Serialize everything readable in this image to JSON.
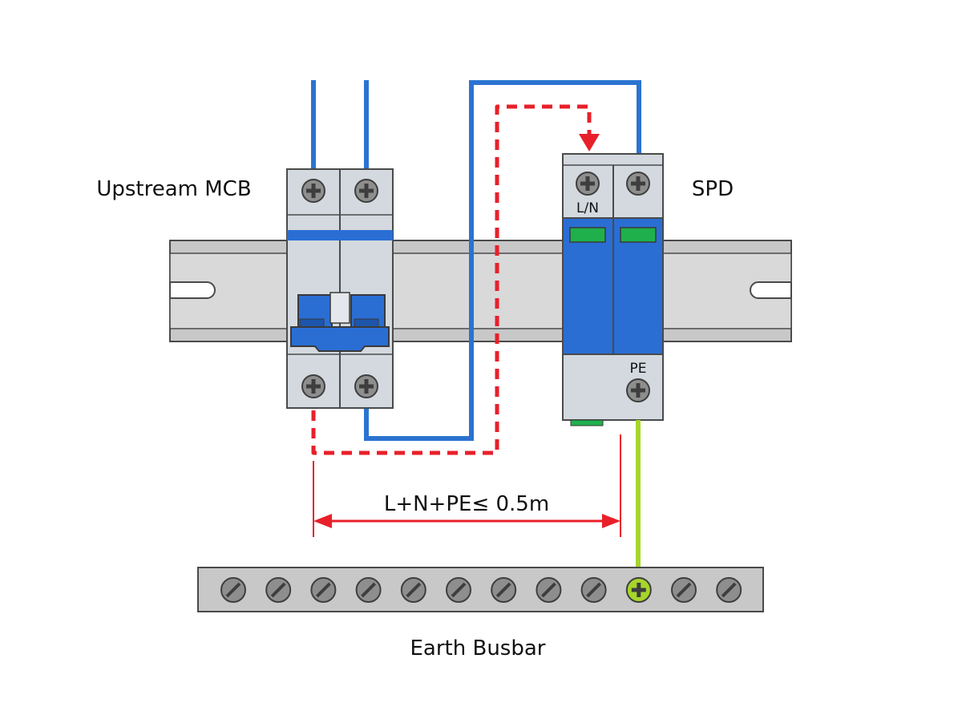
{
  "labels": {
    "mcb": "Upstream MCB",
    "spd": "SPD",
    "ln": "L/N",
    "pe": "PE",
    "measure": "L+N+PE≤ 0.5m",
    "busbar": "Earth Busbar"
  },
  "colors": {
    "wire_blue": "#2b73d1",
    "wire_red": "#e8202a",
    "wire_green": "#a6d62a",
    "module_gray": "#d3d9df",
    "spd_blue": "#2a6ed4",
    "window_green": "#1fb04b",
    "rail_gray": "#c8c8c8",
    "outline": "#4a4a4a"
  },
  "busbar": {
    "terminal_count": 12,
    "earth_terminal_index": 9
  },
  "icons": {
    "screw": "cross-screw-icon",
    "busbar_screw": "slot-screw-icon"
  }
}
